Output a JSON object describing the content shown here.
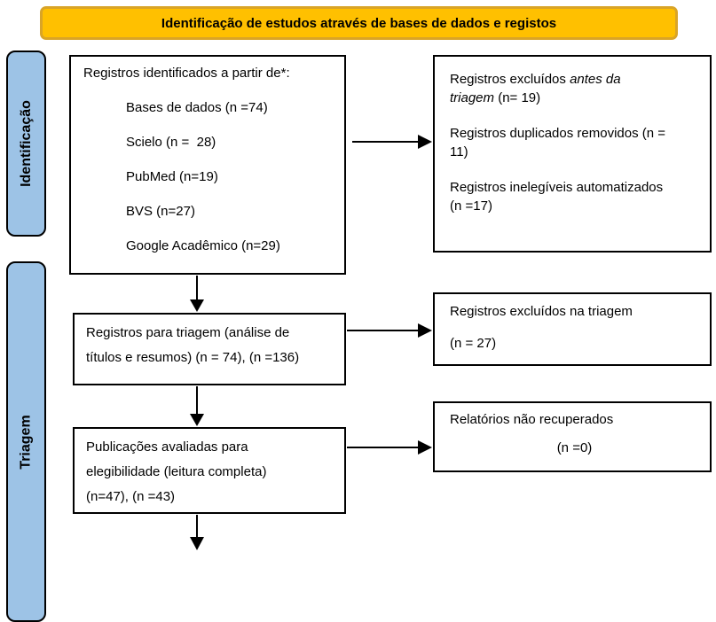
{
  "banner": {
    "title": "Identificação de estudos através de bases de dados e registos"
  },
  "sidebar": {
    "identificacao": "Identificação",
    "triagem": "Triagem"
  },
  "flow": {
    "box_identified": {
      "title": "Registros identificados a partir de*:",
      "items": [
        "Bases de dados (n =74)",
        "Scielo (n =  28)",
        "PubMed (n=19)",
        "BVS (n=27)",
        "Google Acadêmico (n=29)"
      ]
    },
    "box_excluded_before": {
      "p1_prefix": "Registros excluídos ",
      "p1_italic": "antes da\ntriagem",
      "p1_suffix": " (n= 19)",
      "p2": "Registros duplicados removidos (n =\n11)",
      "p3": "Registros inelegíveis automatizados\n(n =17)"
    },
    "box_screening": {
      "text": "Registros para triagem (análise de\ntítulos e resumos) (n = 74), (n =136)"
    },
    "box_excluded_screening": {
      "line1": "Registros excluídos na triagem",
      "line2": "(n = 27)"
    },
    "box_eligibility": {
      "text": "Publicações avaliadas para\nelegibilidade (leitura completa)\n(n=47), (n =43)"
    },
    "box_not_retrieved": {
      "line1": "Relatórios não recuperados",
      "line2": "(n =0)"
    }
  },
  "colors": {
    "banner_fill": "#FFC000",
    "banner_border": "#D9A427",
    "sidebar_fill": "#9DC3E6",
    "box_border": "#000000",
    "arrow": "#000000"
  }
}
